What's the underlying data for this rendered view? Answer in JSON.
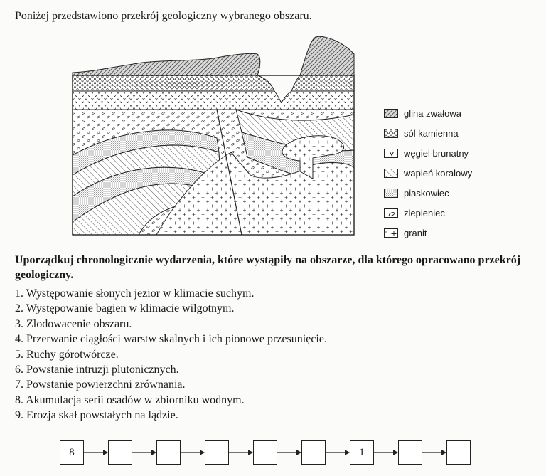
{
  "intro": "Poniżej przedstawiono przekrój geologiczny wybranego obszaru.",
  "legend": [
    {
      "pattern": "glina",
      "label": "glina zwałowa"
    },
    {
      "pattern": "sol",
      "label": "sól kamienna"
    },
    {
      "pattern": "wegiel",
      "label": "węgiel brunatny"
    },
    {
      "pattern": "wapien",
      "label": "wapień koralowy"
    },
    {
      "pattern": "piaskowiec",
      "label": "piaskowiec"
    },
    {
      "pattern": "zlepieniec",
      "label": "zlepieniec"
    },
    {
      "pattern": "granit",
      "label": "granit"
    }
  ],
  "task": "Uporządkuj chronologicznie wydarzenia, które wystąpiły na obszarze, dla którego opracowano przekrój geologiczny.",
  "events": [
    "1. Występowanie słonych jezior w klimacie suchym.",
    "2. Występowanie bagien w klimacie wilgotnym.",
    "3. Zlodowacenie obszaru.",
    "4. Przerwanie ciągłości warstw skalnych i ich pionowe przesunięcie.",
    "5. Ruchy górotwórcze.",
    "6. Powstanie intruzji plutonicznych.",
    "7. Powstanie powierzchni zrównania.",
    "8. Akumulacja serii osadów w zbiorniku wodnym.",
    "9. Erozja skał powstałych na lądzie."
  ],
  "answer_boxes": [
    "8",
    "",
    "",
    "",
    "",
    "",
    "1",
    "",
    ""
  ]
}
